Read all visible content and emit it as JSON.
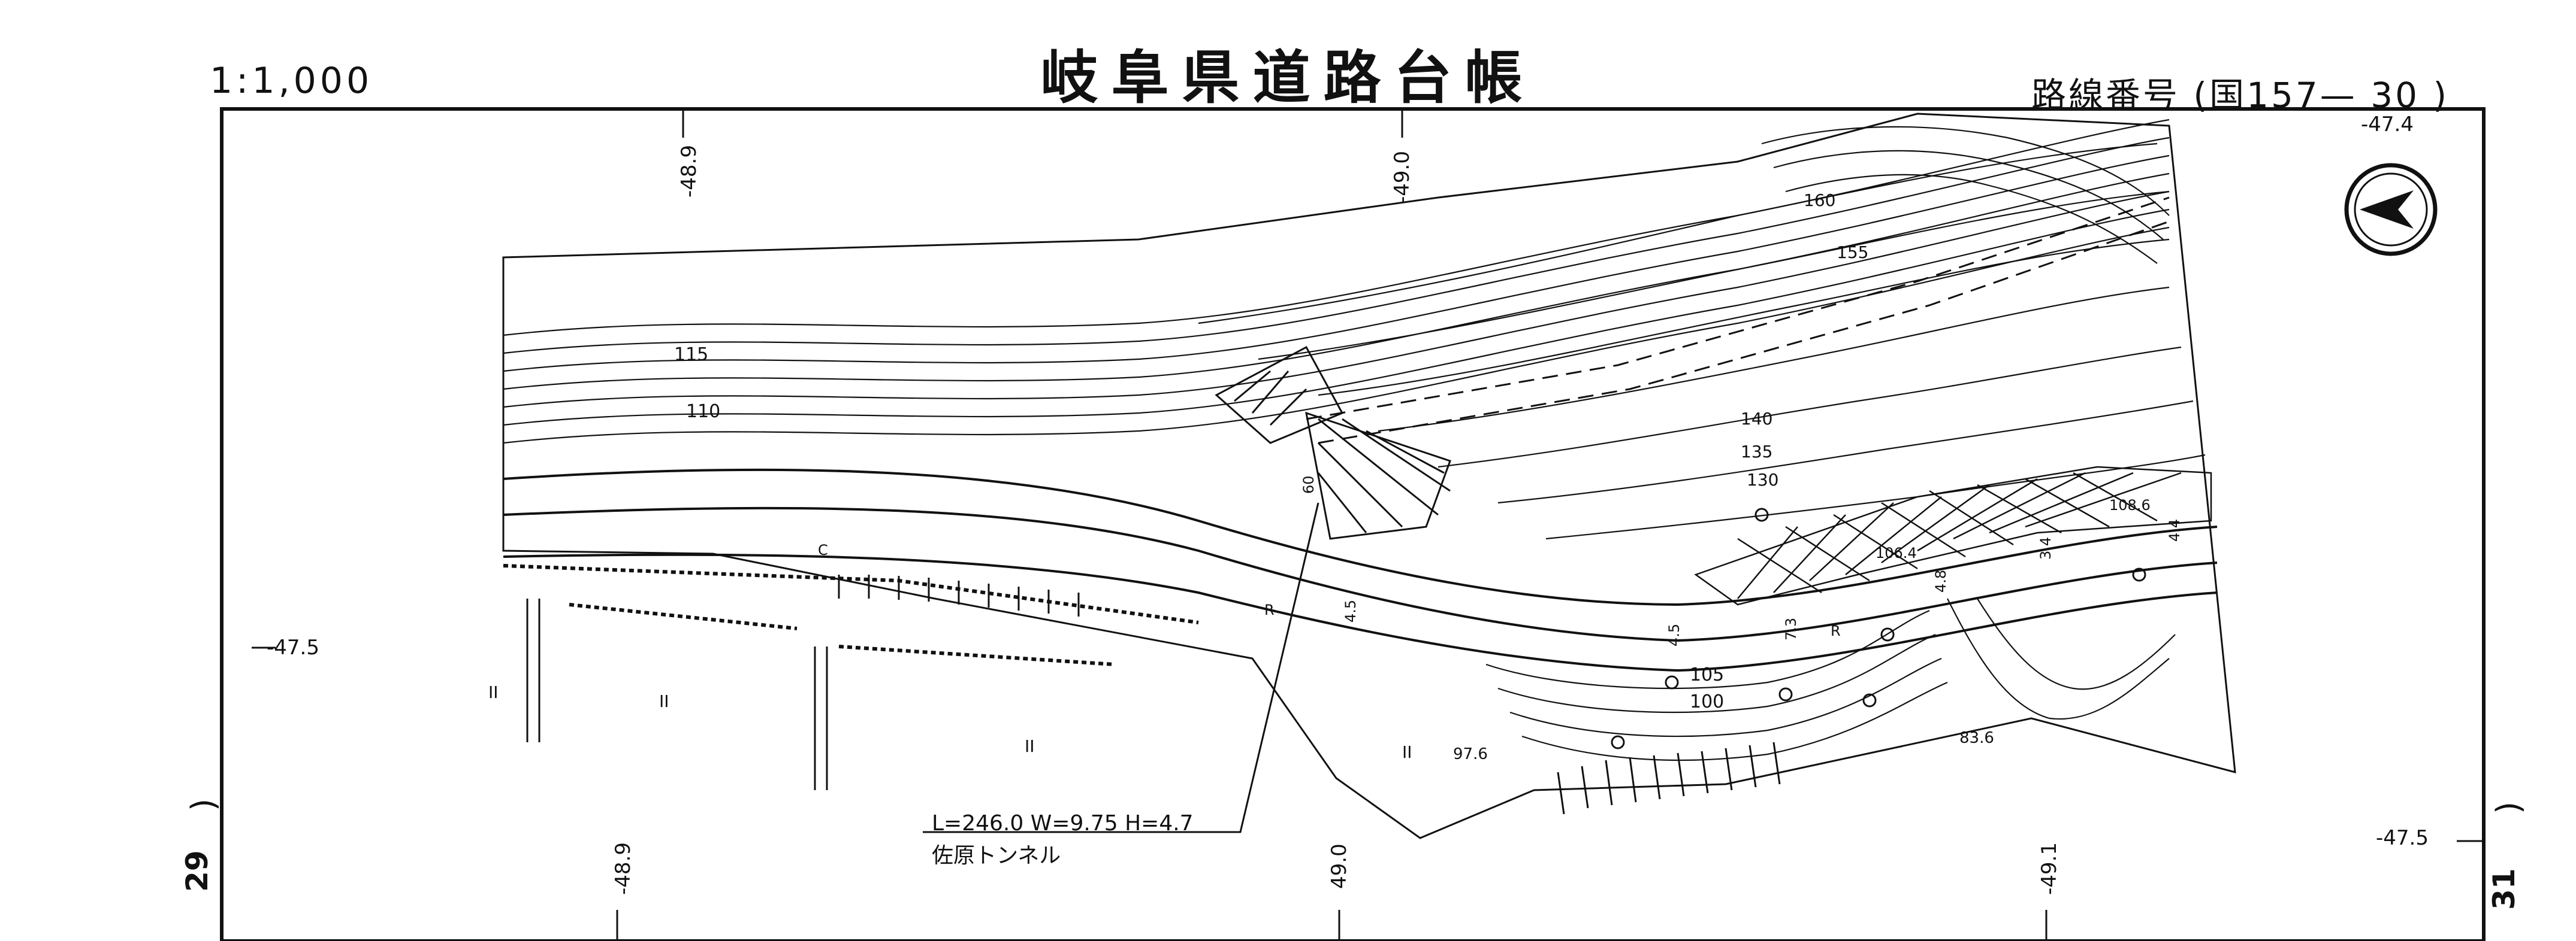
{
  "sheet": {
    "title": "岐阜県道路台帳",
    "scale": "1:1,000",
    "route_number": "路線番号 (国157— 30 )"
  },
  "grid_labels": {
    "top_489": "-48.9",
    "top_490": "-49.0",
    "top_right": "-47.4",
    "left_475": "-47.5",
    "right_475": "-47.5",
    "bottom_489": "-48.9",
    "bottom_490": "49.0",
    "bottom_491": "-49.1"
  },
  "adjacent_sheets": {
    "left": "29",
    "right": "31",
    "left_paren": ")",
    "right_paren": ")"
  },
  "contours": [
    "160",
    "155",
    "140",
    "135",
    "130",
    "115",
    "110",
    "105",
    "100"
  ],
  "spot_heights": [
    "97.6",
    "83.6",
    "106.4",
    "108.6"
  ],
  "road_marks": [
    "C",
    "R",
    "R",
    "60"
  ],
  "widths": [
    "4.5",
    "4.5",
    "7.3",
    "4.8",
    "3.4",
    "4.4"
  ],
  "tunnel": {
    "dimensions": "L=246.0  W=9.75  H=4.7",
    "name": "佐原トンネル"
  },
  "land_marks": [
    "II",
    "II",
    "II",
    "II"
  ],
  "north_arrow": "north-arrow",
  "colors": {
    "ink": "#111111",
    "paper": "#ffffff"
  }
}
